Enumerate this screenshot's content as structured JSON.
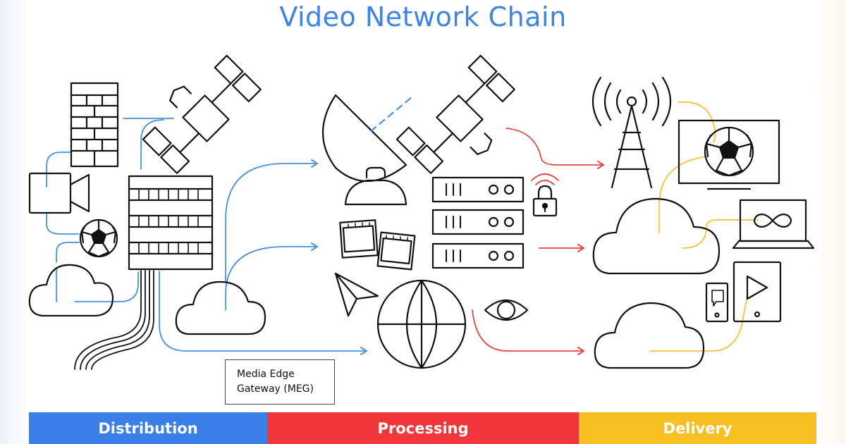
{
  "title": "Video Network Chain",
  "annotation": {
    "meg_label": "Media Edge\nGateway (MEG)"
  },
  "stages": [
    {
      "label": "Distribution",
      "color": "#3a7ee8"
    },
    {
      "label": "Processing",
      "color": "#f0363a"
    },
    {
      "label": "Delivery",
      "color": "#f8bf22"
    }
  ],
  "colors": {
    "title": "#3f84e5",
    "distribution_flow": "#4a90e2",
    "processing_flow": "#e84545",
    "delivery_flow": "#f5c23a",
    "line_art": "#111111"
  },
  "icons": [
    "office-building-icon",
    "satellite-icon",
    "video-camera-icon",
    "soccer-ball-icon",
    "cloud-icon",
    "data-center-building-icon",
    "fiber-cables-icon",
    "satellite-dish-icon",
    "server-rack-icon",
    "padlock-wifi-icon",
    "film-strip-icon",
    "paper-plane-icon",
    "globe-icon",
    "eye-icon",
    "broadcast-tower-icon",
    "monitor-icon",
    "laptop-icon",
    "tablet-icon",
    "phone-icon"
  ]
}
